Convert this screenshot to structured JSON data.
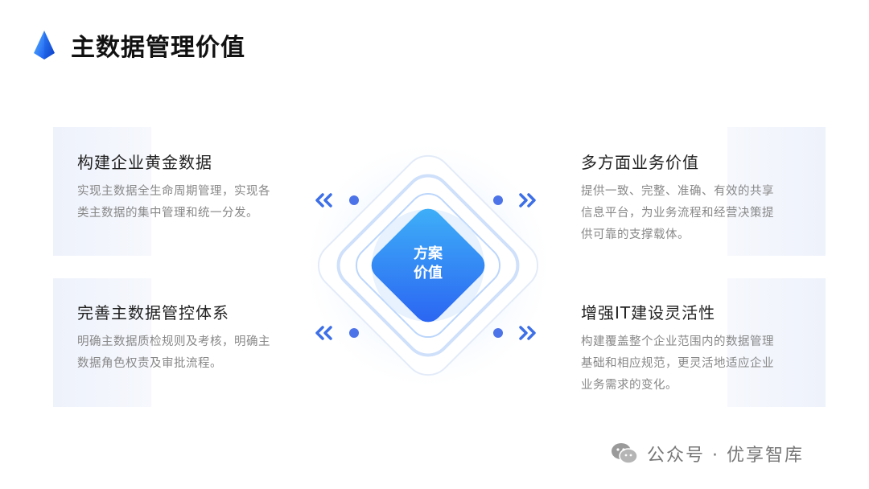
{
  "title": "主数据管理价值",
  "center": {
    "line1": "方案",
    "line2": "价值"
  },
  "items": [
    {
      "heading": "构建企业黄金数据",
      "text": "实现主数据全生命周期管理，实现各类主数据的集中管理和统一分发。"
    },
    {
      "heading": "完善主数据管控体系",
      "text": "明确主数据质检规则及考核，明确主数据角色权责及审批流程。"
    },
    {
      "heading": "多方面业务价值",
      "text": "提供一致、完整、准确、有效的共享信息平台，为业务流程和经营决策提供可靠的支撑载体。"
    },
    {
      "heading": "增强IT建设灵活性",
      "text": "构建覆盖整个企业范围内的数据管理基础和相应规范，更灵活地适应企业业务需求的变化。"
    }
  ],
  "watermark": "公众号 · 优享智库",
  "colors": {
    "accent": "#2f6ff5",
    "accent_light": "#3aa6f7",
    "text_muted": "#888888"
  }
}
